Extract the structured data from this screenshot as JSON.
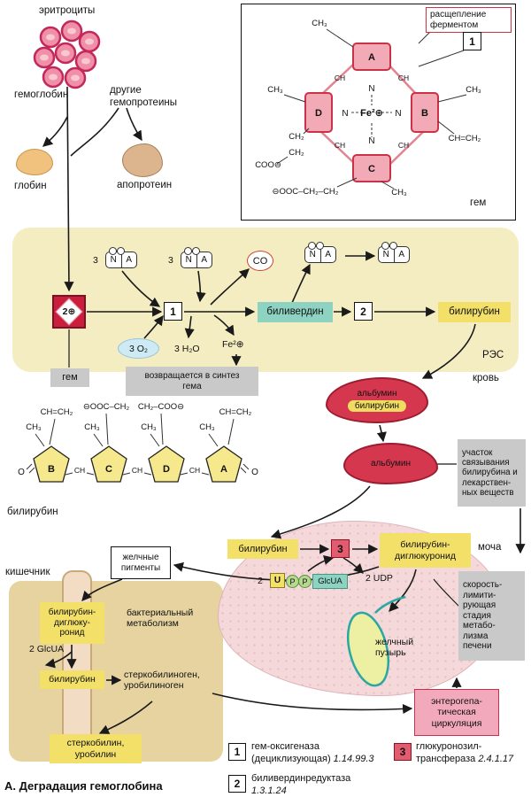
{
  "colors": {
    "section_yellow": "#f5edc2",
    "box_yellow": "#f2e068",
    "biliverdin_teal": "#8ed3c2",
    "gray_box": "#c9c9c9",
    "heme_red": "#c91f3d",
    "enzyme3_red": "#e25b6e",
    "liver_pink": "#f4d8da",
    "intestine_tan": "#e6d3a0",
    "blood_red": "#d5374e",
    "pink_box": "#f3a9bc"
  },
  "top_left": {
    "erythrocytes": "эритроциты",
    "hemoglobin": "гемоглобин",
    "other_hemoproteins": "другие\nгемопротеины",
    "globin": "глобин",
    "apoprotein": "апопротеин"
  },
  "heme_panel": {
    "cleavage": "расщепление\nферментом",
    "enzyme1": "1",
    "fe": "Fe²⊕",
    "n": "N",
    "ring_a": "A",
    "ring_b": "B",
    "ring_c": "C",
    "ring_d": "D",
    "ch": "CH",
    "ch2": "CH₂",
    "ch3": "CH₃",
    "vinyl": "CH=CH₂",
    "coo": "COO⊖",
    "propionate": "⊖OOC–CH₂–CH₂",
    "heme": "гем"
  },
  "res": {
    "heme_symbol": "2⊕",
    "heme_label": "гем",
    "coef3": "3",
    "enzyme1": "1",
    "enzyme2": "2",
    "co": "CO",
    "biliverdin": "биливердин",
    "bilirubin": "билирубин",
    "o2": "3 O₂",
    "h2o": "3 H₂O",
    "fe": "Fe²⊕",
    "recycle": "возвращается в синтез\nгема",
    "res": "РЭС",
    "blood": "кровь"
  },
  "symbols": {
    "nad_n": "N",
    "nad_a": "A"
  },
  "albumin": {
    "albumin1": "альбумин",
    "bilirubin1": "билирубин",
    "albumin2": "альбумин",
    "binding_site": "участок\nсвязывания\nбилирубина и\nлекарствен-\nных веществ"
  },
  "bilirubin_structure": {
    "ring_b": "B",
    "ring_c": "C",
    "ring_d": "D",
    "ring_a": "A",
    "ch": "CH",
    "ch3": "CH₃",
    "vinyl": "CH=CH₂",
    "chain_left": "⊖OOC–CH₂",
    "chain_right": "CH₂–COO⊖",
    "o": "O",
    "label": "билирубин"
  },
  "liver": {
    "bilirubin": "билирубин",
    "enzyme3": "3",
    "diglucuronide": "билирубин-\nдиглюкуронид",
    "coef2": "2",
    "udp_u": "U",
    "udp_p": "P",
    "glcua": "GlcUA",
    "udp2": "2 UDP",
    "gallbladder": "желчный\nпузырь",
    "urine": "моча",
    "rate_limiting": "скорость-\nлимити-\nрующая\nстадия\nметабо-\nлизма\nпечени"
  },
  "intestine": {
    "label": "кишечник",
    "bile_pigments": "желчные\nпигменты",
    "diglucuronide": "билирубин-\nдиглюку-\nронид",
    "glcua2": "2 GlcUA",
    "bacterial": "бактериальный\nметаболизм",
    "bilirubin": "билирубин",
    "stercobilinogen": "стеркобилиноген,\nуробилиноген",
    "stercobilin": "стеркобилин,\nуробилин",
    "enterohepatic": "энтерогепа-\nтическая\nциркуляция"
  },
  "legend": {
    "e1_num": "1",
    "e1_name": "гем-оксигеназа",
    "e1_name2": "(дециклизующая)",
    "e1_ec": "1.14.99.3",
    "e2_num": "2",
    "e2_name": "биливердинредуктаза",
    "e2_ec": "1.3.1.24",
    "e3_num": "3",
    "e3_name": "глюкуронозил-",
    "e3_name2": "трансфераза",
    "e3_ec": "2.4.1.17"
  },
  "title": "А. Деградация гемоглобина"
}
